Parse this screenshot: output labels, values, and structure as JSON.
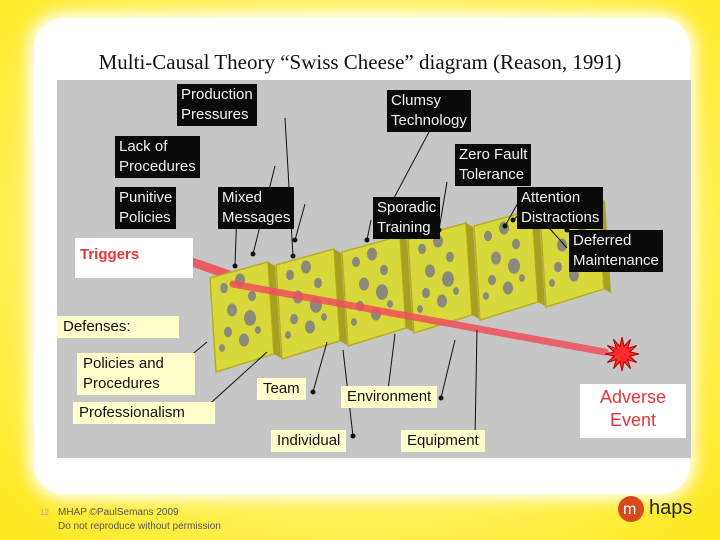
{
  "title": "Multi-Causal Theory “Swiss Cheese” diagram (Reason, 1991)",
  "labels": {
    "production_pressures": "Production\nPressures",
    "clumsy_technology": "Clumsy\nTechnology",
    "lack_of_procedures": "Lack of\nProcedures",
    "zero_fault_tolerance": "Zero Fault\nTolerance",
    "punitive_policies": "Punitive\nPolicies",
    "mixed_messages": "Mixed\nMessages",
    "sporadic_training": "Sporadic\nTraining",
    "attention_distractions": "Attention\nDistractions",
    "deferred_maintenance": "Deferred\nMaintenance",
    "triggers": "Triggers",
    "defenses": "Defenses:",
    "policies_and_procedures": "Policies and\nProcedures",
    "team": "Team",
    "environment": "Environment",
    "professionalism": "Professionalism",
    "individual": "Individual",
    "equipment": "Equipment",
    "adverse_event": "Adverse\nEvent"
  },
  "footer": {
    "page_number": "12",
    "copyright": "MHAP ©PaulSemans 2009",
    "notice": "Do not reproduce without permission"
  },
  "logo": {
    "text": "haps",
    "letter": "m"
  },
  "colors": {
    "slice": "#d8d83a",
    "slice_edge": "#b8b020",
    "hole": "#8a8a7a",
    "trajectory": "#f0505a",
    "background": "#c6c6c6"
  }
}
